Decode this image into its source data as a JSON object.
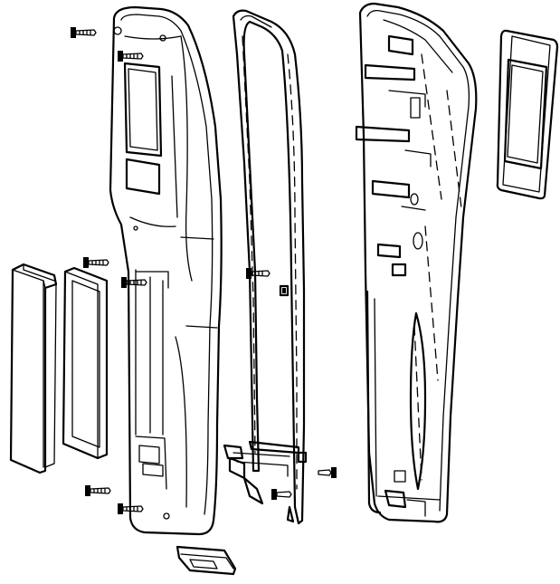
{
  "diagram": {
    "kind": "exploded-assembly-line-drawing",
    "parts": [
      "front-housing",
      "display-window",
      "label-recess",
      "battery-cover",
      "battery-gasket",
      "housing-seal-gasket",
      "rear-housing",
      "display-lens",
      "bottom-clip",
      "screws"
    ],
    "screw_count": 9,
    "colors": {
      "line": "#000000",
      "background": "#ffffff"
    }
  }
}
